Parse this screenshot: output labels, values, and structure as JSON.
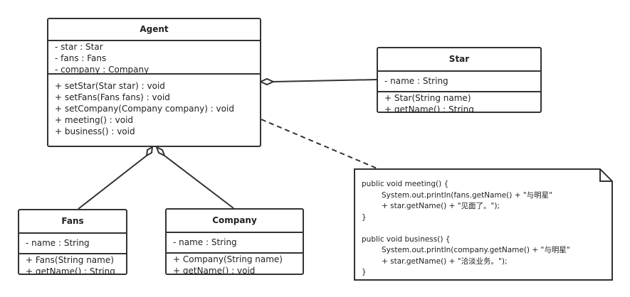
{
  "classes": {
    "agent": {
      "name": "Agent",
      "attributes": [
        "- star : Star",
        "- fans : Fans",
        "- company : Company"
      ],
      "methods": [
        "+ setStar(Star star) : void",
        "+ setFans(Fans fans) : void",
        "+ setCompany(Company company) : void",
        "+ meeting() : void",
        "+ business() : void"
      ]
    },
    "star": {
      "name": "Star",
      "attributes": [
        "- name : String"
      ],
      "methods": [
        "+ Star(String name)",
        "+ getName() : String"
      ]
    },
    "fans": {
      "name": "Fans",
      "attributes": [
        "- name : String"
      ],
      "methods": [
        "+ Fans(String name)",
        "+ getName() : String"
      ]
    },
    "company": {
      "name": "Company",
      "attributes": [
        "- name : String"
      ],
      "methods": [
        "+ Company(String name)",
        "+ getName() : void"
      ]
    }
  },
  "relations": [
    {
      "type": "aggregation",
      "whole": "Agent",
      "part": "Star"
    },
    {
      "type": "aggregation",
      "whole": "Agent",
      "part": "Fans"
    },
    {
      "type": "aggregation",
      "whole": "Agent",
      "part": "Company"
    },
    {
      "type": "note-anchor",
      "from": "Agent",
      "to": "note"
    }
  ],
  "note": {
    "lines": [
      "public void meeting() {",
      "System.out.println(fans.getName() + \"与明星\"",
      "+ star.getName() + \"见面了。\");",
      "}",
      "",
      "public void business() {",
      "System.out.println(company.getName() + \"与明星\"",
      "+ star.getName() + \"洽淡业务。\");",
      "}"
    ]
  },
  "colors": {
    "stroke": "#333333",
    "background": "#ffffff"
  }
}
